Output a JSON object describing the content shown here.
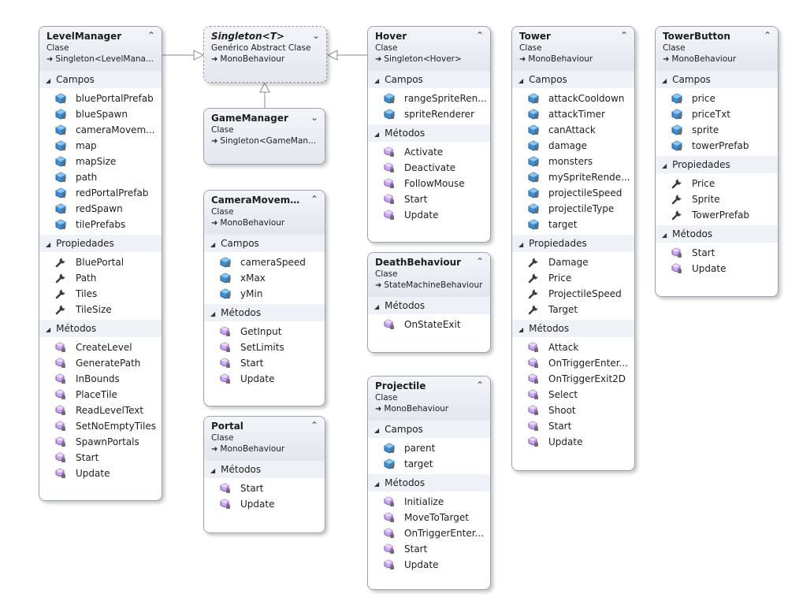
{
  "classes": {
    "levelmanager": {
      "name": "LevelManager",
      "stereotype": "Clase",
      "base": "Singleton<LevelMana...",
      "fields": [
        "bluePortalPrefab",
        "blueSpawn",
        "cameraMovem...",
        "map",
        "mapSize",
        "path",
        "redPortalPrefab",
        "redSpawn",
        "tilePrefabs"
      ],
      "properties": [
        "BluePortal",
        "Path",
        "Tiles",
        "TileSize"
      ],
      "methods": [
        "CreateLevel",
        "GeneratePath",
        "InBounds",
        "PlaceTile",
        "ReadLevelText",
        "SetNoEmptyTiles",
        "SpawnPortals",
        "Start",
        "Update"
      ]
    },
    "singleton": {
      "name": "Singleton<T>",
      "stereotype": "Genérico Abstract Clase",
      "base": "MonoBehaviour"
    },
    "gamemanager": {
      "name": "GameManager",
      "stereotype": "Clase",
      "base": "Singleton<GameMan..."
    },
    "cameramovement": {
      "name": "CameraMoveme...",
      "stereotype": "Clase",
      "base": "MonoBehaviour",
      "fields": [
        "cameraSpeed",
        "xMax",
        "yMin"
      ],
      "methods": [
        "GetInput",
        "SetLimits",
        "Start",
        "Update"
      ]
    },
    "portal": {
      "name": "Portal",
      "stereotype": "Clase",
      "base": "MonoBehaviour",
      "methods": [
        "Start",
        "Update"
      ]
    },
    "hover": {
      "name": "Hover",
      "stereotype": "Clase",
      "base": "Singleton<Hover>",
      "fields": [
        "rangeSpriteRen...",
        "spriteRenderer"
      ],
      "methods": [
        "Activate",
        "Deactivate",
        "FollowMouse",
        "Start",
        "Update"
      ]
    },
    "deathbehaviour": {
      "name": "DeathBehaviour",
      "stereotype": "Clase",
      "base": "StateMachineBehaviour",
      "methods": [
        "OnStateExit"
      ]
    },
    "projectile": {
      "name": "Projectile",
      "stereotype": "Clase",
      "base": "MonoBehaviour",
      "fields": [
        "parent",
        "target"
      ],
      "methods": [
        "Initialize",
        "MoveToTarget",
        "OnTriggerEnter...",
        "Start",
        "Update"
      ]
    },
    "tower": {
      "name": "Tower",
      "stereotype": "Clase",
      "base": "MonoBehaviour",
      "fields": [
        "attackCooldown",
        "attackTimer",
        "canAttack",
        "damage",
        "monsters",
        "mySpriteRende...",
        "projectileSpeed",
        "projectileType",
        "target"
      ],
      "properties": [
        "Damage",
        "Price",
        "ProjectileSpeed",
        "Target"
      ],
      "methods": [
        "Attack",
        "OnTriggerEnter...",
        "OnTriggerExit2D",
        "Select",
        "Shoot",
        "Start",
        "Update"
      ]
    },
    "towerbutton": {
      "name": "TowerButton",
      "stereotype": "Clase",
      "base": "MonoBehaviour",
      "fields": [
        "price",
        "priceTxt",
        "sprite",
        "towerPrefab"
      ],
      "properties": [
        "Price",
        "Sprite",
        "TowerPrefab"
      ],
      "methods": [
        "Start",
        "Update"
      ]
    }
  },
  "sections": {
    "fields": "Campos",
    "properties": "Propiedades",
    "methods": "Métodos"
  },
  "colors": {
    "field": "#1f78c8",
    "method": "#a77bd1",
    "property": "#3a3a3a",
    "border": "#9aa3ad"
  }
}
